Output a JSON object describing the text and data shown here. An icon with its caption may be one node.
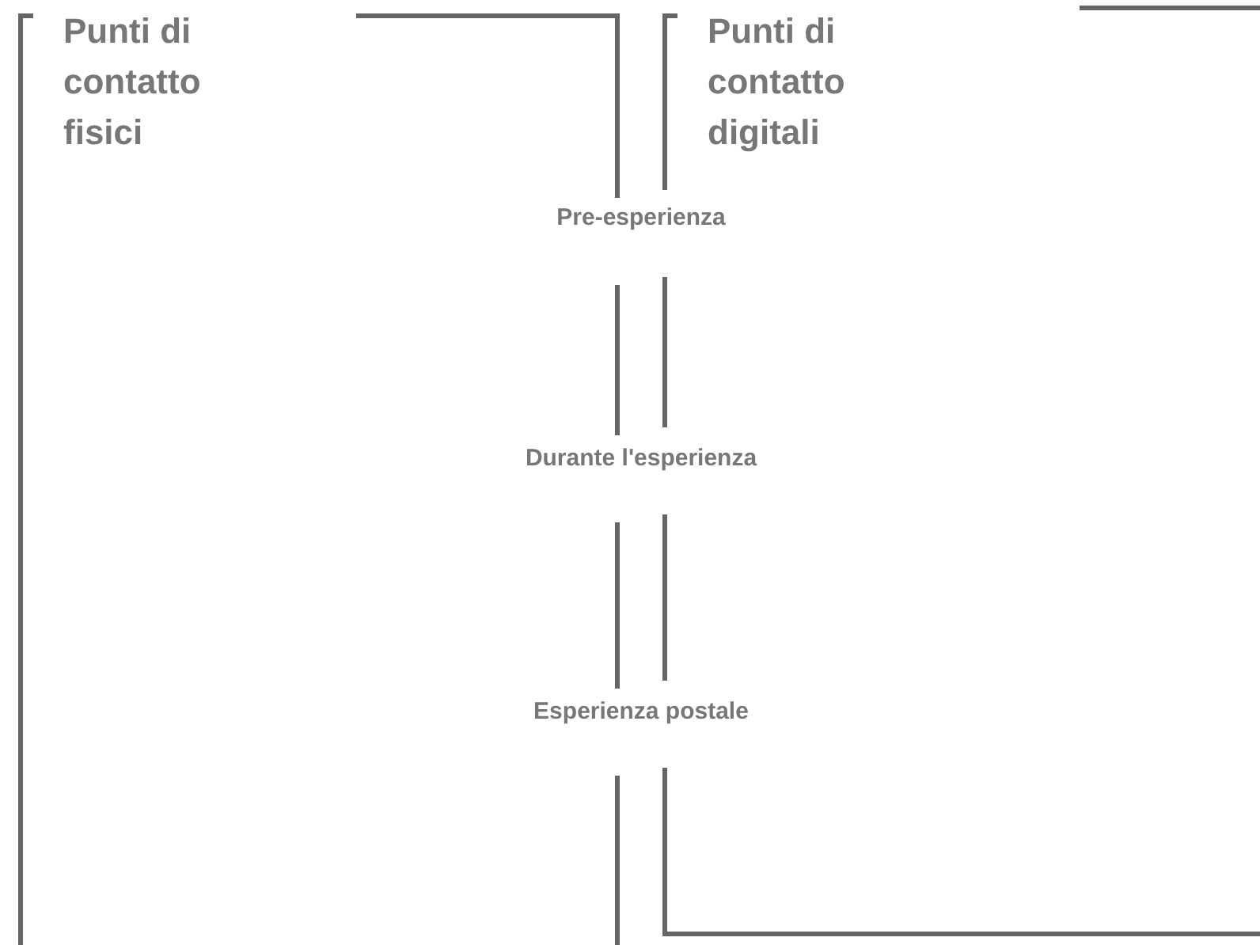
{
  "diagram": {
    "nodes": [
      {
        "text": [
          "Punti di contatto fisici"
        ]
      },
      {
        "text": [
          "Punti di contatto digitali"
        ]
      }
    ],
    "edges": [],
    "labels": [
      "Pre-esperienza",
      "Durante l'esperienza",
      "Esperienza postale"
    ]
  }
}
